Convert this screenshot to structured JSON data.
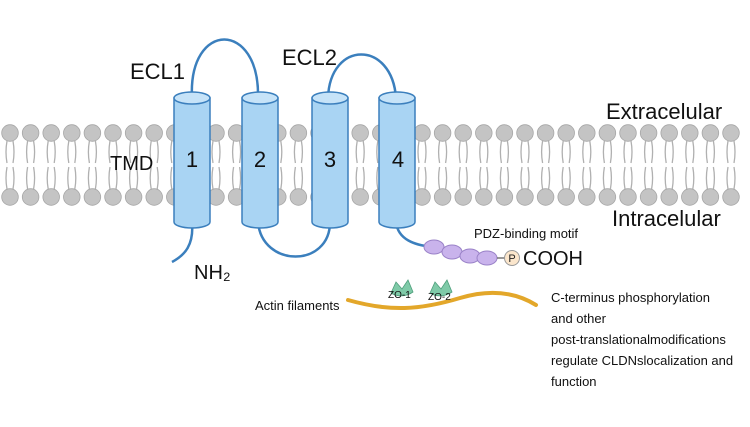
{
  "labels": {
    "ecl1": "ECL1",
    "ecl2": "ECL2",
    "extracellular": "Extracelular",
    "intracellular": "Intracelular",
    "tmd": "TMD",
    "nh2": "NH₂",
    "cooh": "COOH",
    "phospho": "P",
    "pdz": "PDZ-binding motif",
    "actin": "Actin filaments",
    "zo1": "ZO-1",
    "zo2": "ZO-2"
  },
  "helices": [
    "1",
    "2",
    "3",
    "4"
  ],
  "note_lines": [
    "C-terminus phosphorylation",
    "and other",
    "post-translationalmodifications",
    "regulate CLDNslocalization and",
    "function"
  ],
  "colors": {
    "helix_fill": "#a9d4f3",
    "helix_stroke": "#3b7fbd",
    "loop": "#3b7fbd",
    "lipid_head": "#c4c4c4",
    "lipid_tail": "#b0b0b0",
    "pdz_bead": "#c9b3ec",
    "actin": "#e3a72a",
    "zo": "#7fcaa8"
  }
}
